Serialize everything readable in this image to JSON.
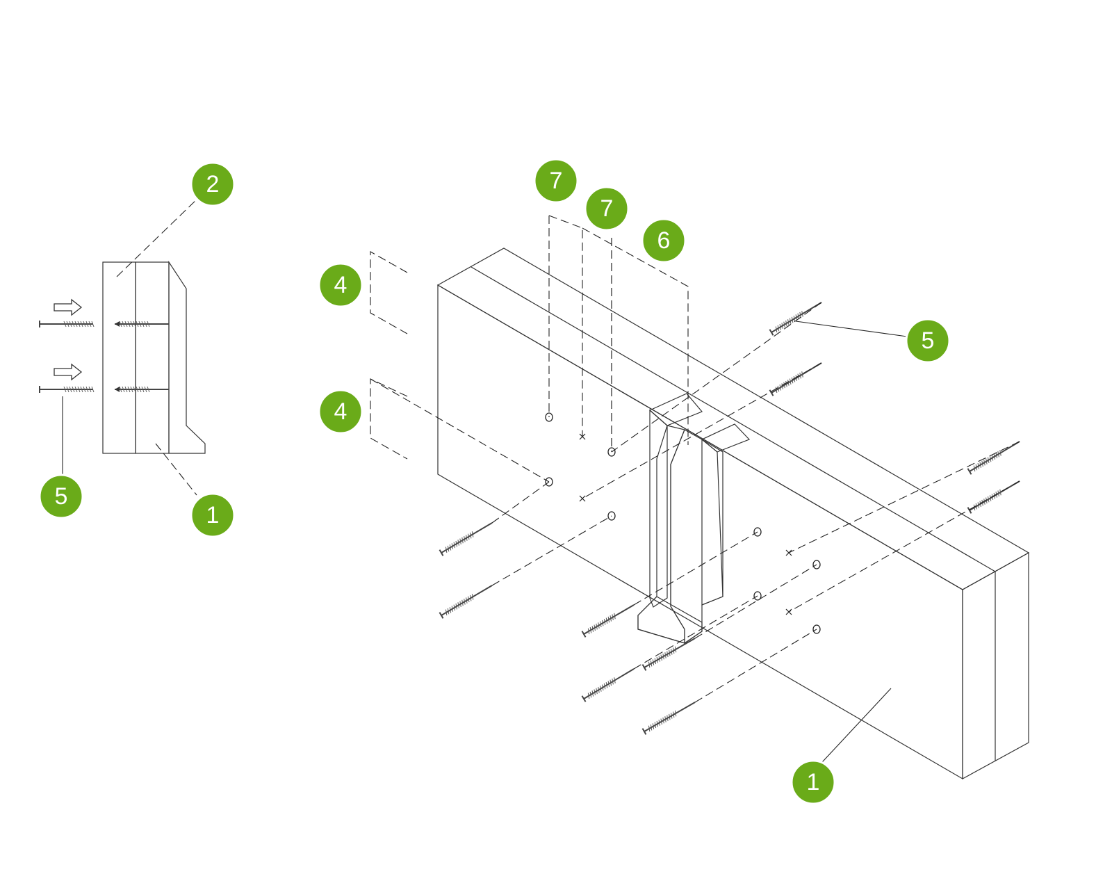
{
  "colors": {
    "timber_front": "#dcd9c3",
    "timber_side": "#ede4c2",
    "timber_top": "#f6f5e6",
    "hanger_light": "#c8c9cb",
    "hanger_dark": "#a9aaac",
    "callout_green": "#6aab19"
  },
  "callouts": {
    "c2_left": "2",
    "c5_left": "5",
    "c1_left": "1",
    "c7_a": "7",
    "c7_b": "7",
    "c6": "6",
    "c4_top": "4",
    "c4_bottom": "4",
    "c5_right": "5",
    "c1_right": "1"
  },
  "icons": {
    "push_arrow": "right-arrow-outline-icon"
  }
}
